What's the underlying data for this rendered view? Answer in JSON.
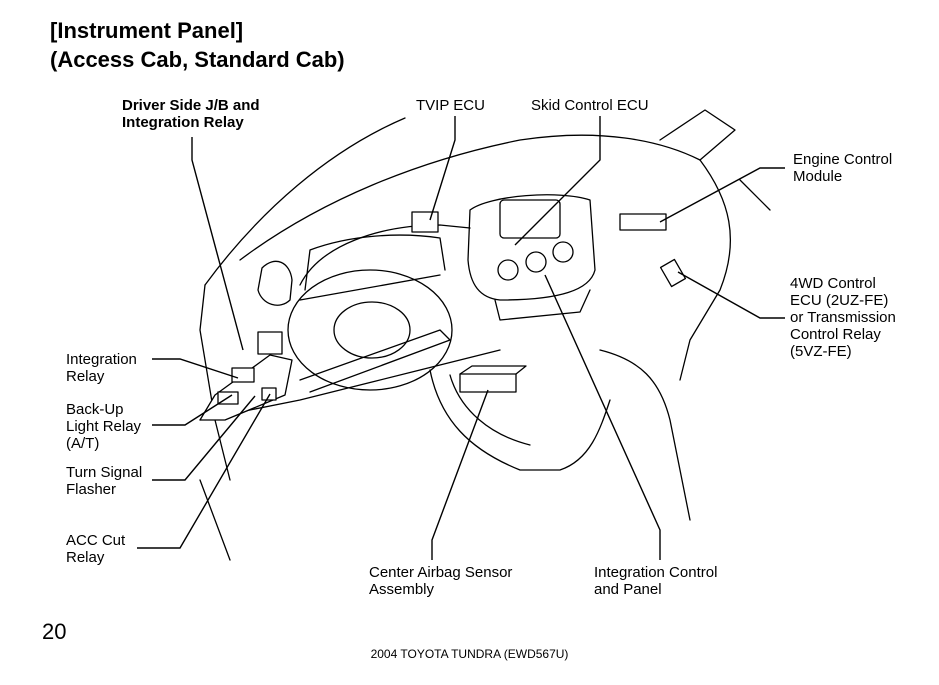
{
  "title": {
    "line1": "[Instrument Panel]",
    "line2": "(Access Cab, Standard Cab)"
  },
  "labels": {
    "driver_jb": [
      "Driver Side J/B and",
      "Integration Relay"
    ],
    "tvip": [
      "TVIP ECU"
    ],
    "skid": [
      "Skid Control ECU"
    ],
    "ecm": [
      "Engine Control",
      "Module"
    ],
    "fourwd": [
      "4WD Control",
      "ECU (2UZ-FE)",
      "or Transmission",
      "Control Relay",
      "(5VZ-FE)"
    ],
    "integration_relay": [
      "Integration",
      "Relay"
    ],
    "backup": [
      "Back-Up",
      "Light Relay",
      "(A/T)"
    ],
    "turn": [
      "Turn Signal",
      "Flasher"
    ],
    "acc": [
      "ACC Cut",
      "Relay"
    ],
    "airbag": [
      "Center Airbag Sensor",
      "Assembly"
    ],
    "icp": [
      "Integration Control",
      "and Panel"
    ]
  },
  "page_number": "20",
  "footer": "2004 TOYOTA TUNDRA (EWD567U)"
}
